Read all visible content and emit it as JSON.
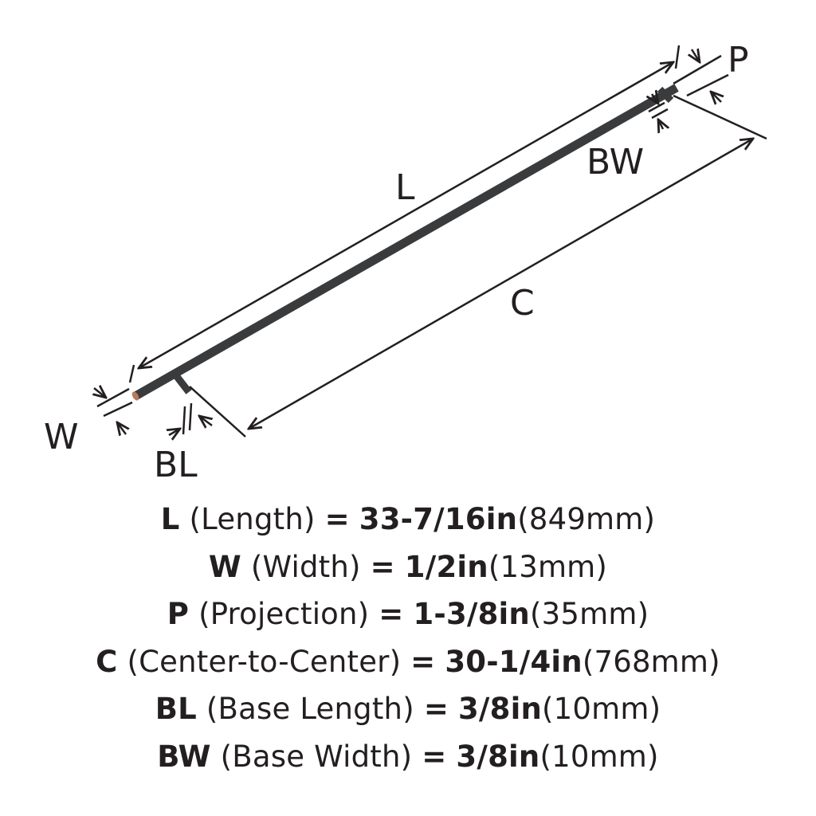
{
  "labels": {
    "L": "L",
    "W": "W",
    "P": "P",
    "C": "C",
    "BL": "BL",
    "BW": "BW"
  },
  "colors": {
    "ink": "#231f20",
    "bar": "#3a3b3d",
    "bar_end": "#b87a5a"
  },
  "specs": [
    {
      "code": "L",
      "name": "(Length)",
      "eq": "=",
      "imperial": "33-7/16in",
      "metric": "(849mm)"
    },
    {
      "code": "W",
      "name": "(Width)",
      "eq": "=",
      "imperial": "1/2in",
      "metric": "(13mm)"
    },
    {
      "code": "P",
      "name": "(Projection)",
      "eq": "=",
      "imperial": "1-3/8in",
      "metric": "(35mm)"
    },
    {
      "code": "C",
      "name": "(Center-to-Center)",
      "eq": "=",
      "imperial": "30-1/4in",
      "metric": "(768mm)"
    },
    {
      "code": "BL",
      "name": "(Base Length)",
      "eq": "=",
      "imperial": "3/8in",
      "metric": "(10mm)"
    },
    {
      "code": "BW",
      "name": "(Base Width)",
      "eq": "=",
      "imperial": "3/8in",
      "metric": "(10mm)"
    }
  ]
}
